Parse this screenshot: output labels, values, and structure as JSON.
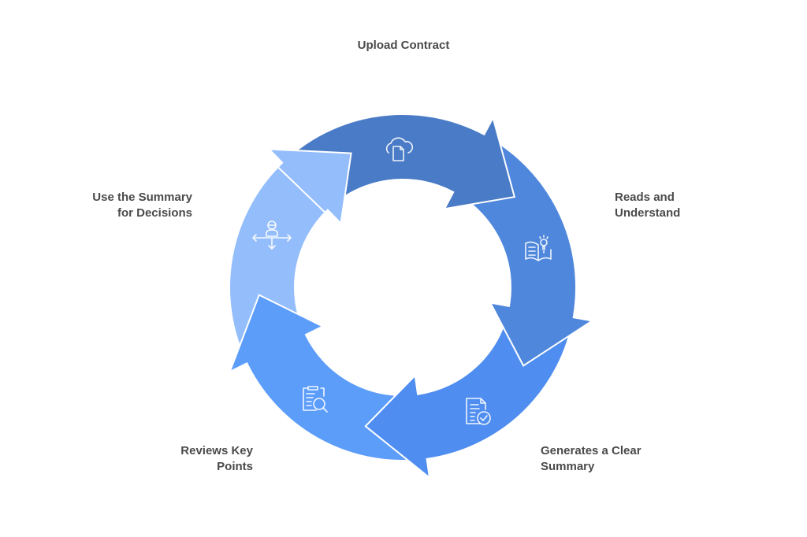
{
  "steps": [
    {
      "lines": [
        "Upload Contract"
      ],
      "color": "#4a7bc6",
      "icon": "cloud-upload-document-icon"
    },
    {
      "lines": [
        "Reads and",
        "Understand"
      ],
      "color": "#4f87dc",
      "icon": "book-lightbulb-icon"
    },
    {
      "lines": [
        "Generates a Clear",
        "Summary"
      ],
      "color": "#4f8ef0",
      "icon": "document-check-icon"
    },
    {
      "lines": [
        "Reviews Key",
        "Points"
      ],
      "color": "#5c9dfa",
      "icon": "clipboard-search-icon"
    },
    {
      "lines": [
        "Use the Summary",
        "for Decisions"
      ],
      "color": "#94bdfc",
      "icon": "person-decision-arrows-icon"
    }
  ]
}
